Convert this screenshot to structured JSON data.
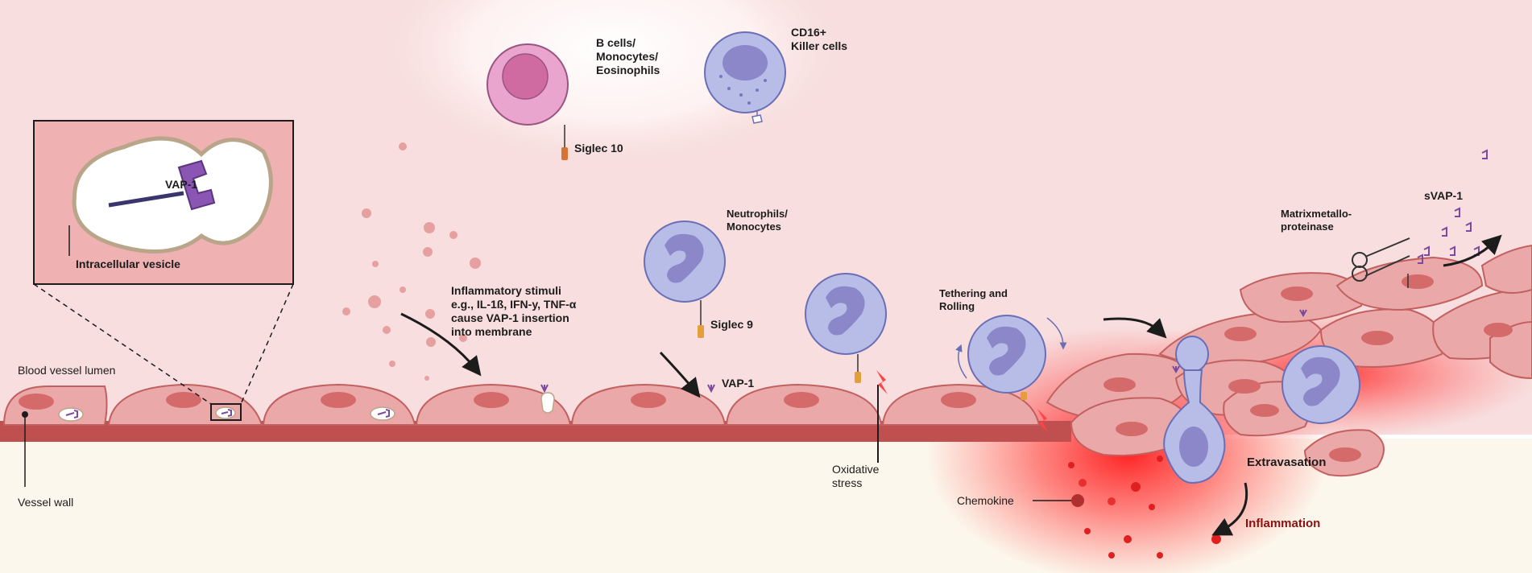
{
  "labels": {
    "vap1_inset": "VAP-1",
    "intracellular_vesicle": "Intracellular vesicle",
    "blood_vessel_lumen": "Blood vessel lumen",
    "vessel_wall": "Vessel wall",
    "b_cells": "B cells/\nMonocytes/\nEosinophils",
    "siglec10": "Siglec 10",
    "cd16_killer": "CD16+\nKiller cells",
    "inflammatory_stimuli": "Inflammatory stimuli\ne.g., IL-1ß, IFN-y, TNF-α\ncause VAP-1 insertion\ninto membrane",
    "neutrophils_monocytes": "Neutrophils/\nMonocytes",
    "siglec9": "Siglec 9",
    "vap1_membrane": "VAP-1",
    "oxidative_stress": "Oxidative\nstress",
    "tethering_rolling": "Tethering and\nRolling",
    "matrixmetalloproteinase": "Matrixmetallo-\nproteinase",
    "svap1": "sVAP-1",
    "extravasation": "Extravasation",
    "chemokine": "Chemokine",
    "inflammation": "Inflammation"
  },
  "colors": {
    "background": "#f8dede",
    "vessel_wall": "#c05050",
    "tissue": "#fcf7ec",
    "endothelial_cell": "#eba8a8",
    "nucleus": "#d56a6a",
    "leukocyte": "#b8bde8",
    "leukocyte_nucleus": "#8b87c9",
    "b_cell": "#eaa5cf",
    "vap1": "#7b4aa0",
    "inflammation_label": "#8b1010"
  }
}
